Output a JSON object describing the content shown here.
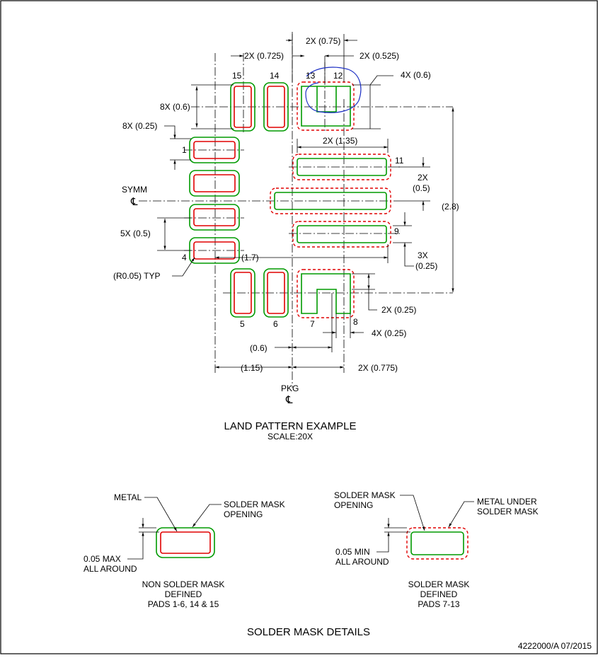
{
  "land_pattern": {
    "title": "LAND PATTERN EXAMPLE",
    "scale": "SCALE:20X",
    "pin_labels": {
      "p1": "1",
      "p4": "4",
      "p5": "5",
      "p6": "6",
      "p7": "7",
      "p8": "8",
      "p9": "9",
      "p11": "11",
      "p12": "12",
      "p13": "13",
      "p14": "14",
      "p15": "15"
    },
    "dims": {
      "d_2x_075": "2X (0.75)",
      "d_2x_0725": "2X (0.725)",
      "d_2x_0525": "2X (0.525)",
      "d_4x_06": "4X (0.6)",
      "d_8x_06": "8X (0.6)",
      "d_8x_025": "8X (0.25)",
      "d_2x_135": "2X (1.35)",
      "d_2x": "2X",
      "d_05": "(0.5)",
      "d_28": "(2.8)",
      "d_5x_05": "5X (0.5)",
      "d_17": "(1.7)",
      "d_3x": "3X",
      "d_025": "(0.25)",
      "d_r005": "(R0.05) TYP",
      "d_2x_025": "2X (0.25)",
      "d_4x_025": "4X (0.25)",
      "d_06": "(0.6)",
      "d_115": "(1.15)",
      "d_2x_0775": "2X (0.775)"
    },
    "symm": "SYMM",
    "pkg": "PKG",
    "centerline_symbol": "℄"
  },
  "details": {
    "title": "SOLDER MASK DETAILS",
    "nsmd": {
      "metal": "METAL",
      "opening_1": "SOLDER MASK",
      "opening_2": "OPENING",
      "max_1": "0.05 MAX",
      "max_2": "ALL AROUND",
      "caption_1": "NON SOLDER MASK",
      "caption_2": "DEFINED",
      "caption_3": "PADS 1-6, 14 & 15"
    },
    "smd": {
      "opening_1": "SOLDER MASK",
      "opening_2": "OPENING",
      "metal_1": "METAL UNDER",
      "metal_2": "SOLDER MASK",
      "min_1": "0.05 MIN",
      "min_2": "ALL AROUND",
      "caption_1": "SOLDER MASK",
      "caption_2": "DEFINED",
      "caption_3": "PADS 7-13"
    }
  },
  "footer": {
    "doc_id": "4222000/A   07/2015"
  },
  "colors": {
    "metal": "#e00000",
    "mask": "#009a00",
    "annotation": "#1c2fc4"
  }
}
